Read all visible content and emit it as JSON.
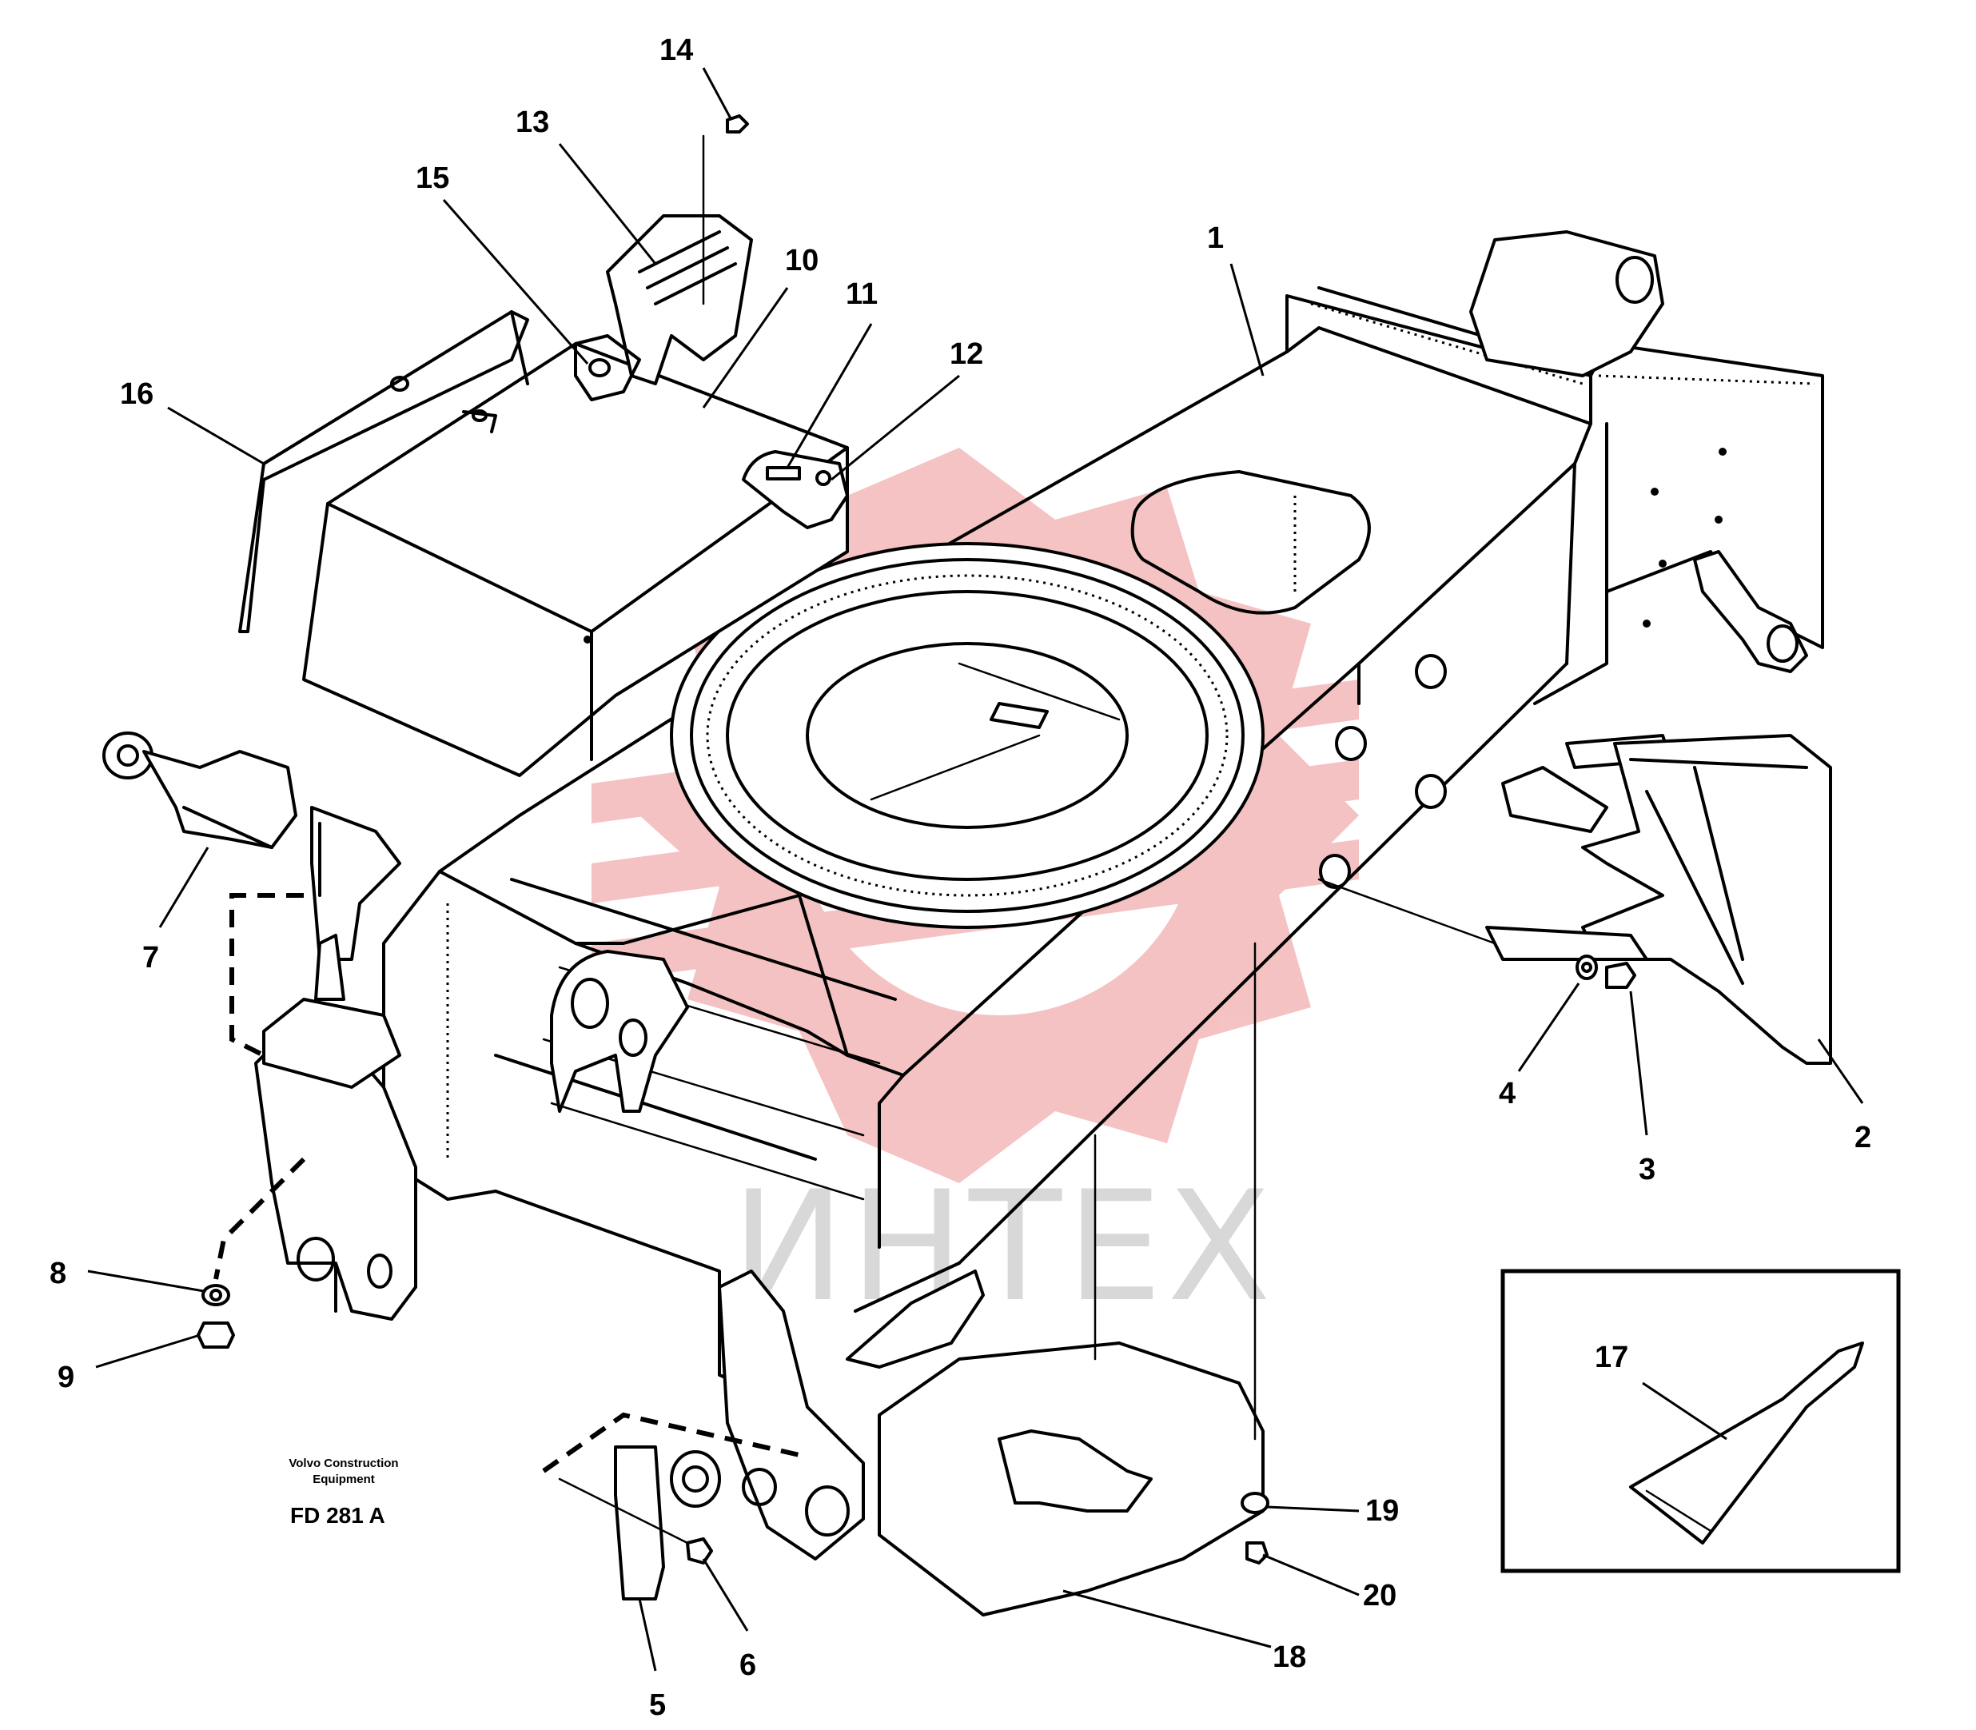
{
  "drawing": {
    "caption_line1": "Volvo Construction",
    "caption_line2": "Equipment",
    "code": "FD 281 A"
  },
  "watermark": {
    "text": "ИНТЕХ",
    "gear_color": "#f2b5b5",
    "text_color": "#d8d8d8"
  },
  "callouts": [
    "1",
    "2",
    "3",
    "4",
    "5",
    "6",
    "7",
    "8",
    "9",
    "10",
    "11",
    "12",
    "13",
    "14",
    "15",
    "16",
    "17",
    "18",
    "19",
    "20"
  ]
}
